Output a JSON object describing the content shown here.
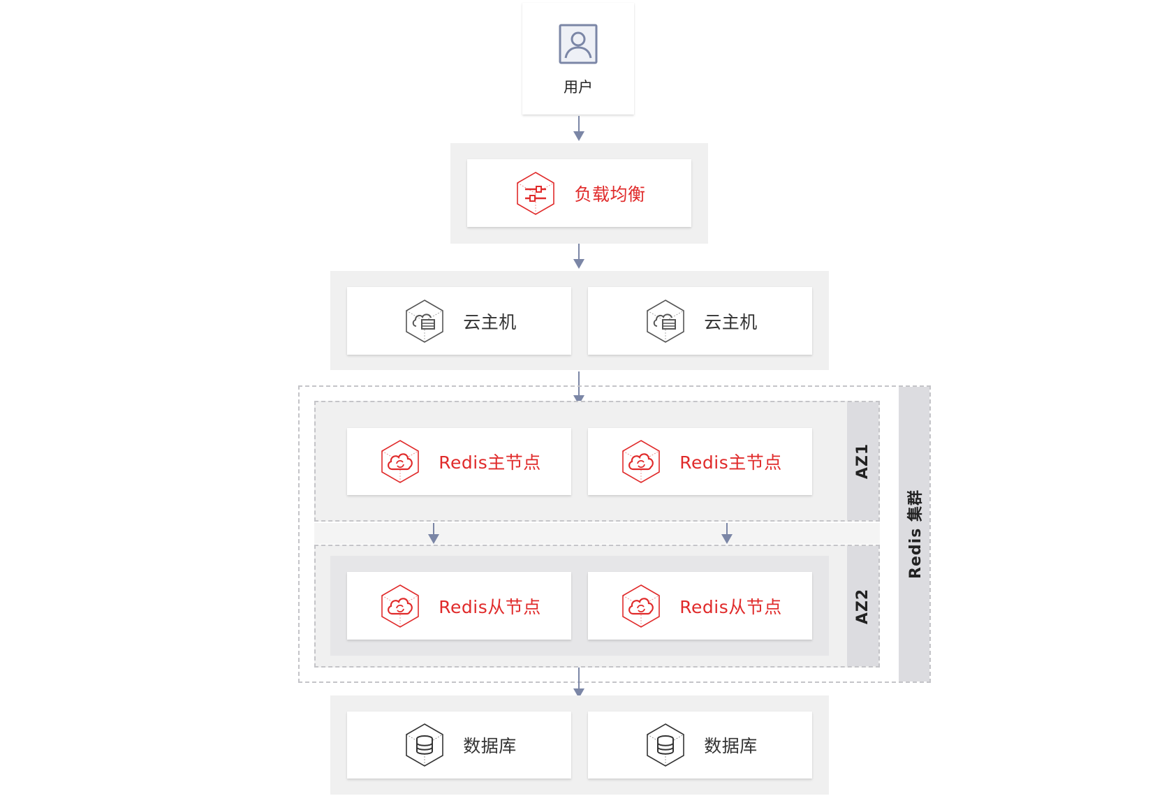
{
  "user": {
    "label": "用户",
    "icon": "user-icon"
  },
  "load_balancer": {
    "label": "负载均衡",
    "icon": "load-balancer-icon"
  },
  "cloud_hosts": [
    {
      "label": "云主机",
      "icon": "cloud-server-icon"
    },
    {
      "label": "云主机",
      "icon": "cloud-server-icon"
    }
  ],
  "redis_cluster": {
    "label": "Redis 集群",
    "az1": {
      "label": "AZ1",
      "nodes": [
        {
          "label": "Redis主节点",
          "icon": "redis-cloud-icon"
        },
        {
          "label": "Redis主节点",
          "icon": "redis-cloud-icon"
        }
      ]
    },
    "az2": {
      "label": "AZ2",
      "nodes": [
        {
          "label": "Redis从节点",
          "icon": "redis-cloud-icon"
        },
        {
          "label": "Redis从节点",
          "icon": "redis-cloud-icon"
        }
      ]
    }
  },
  "databases": [
    {
      "label": "数据库",
      "icon": "database-icon"
    },
    {
      "label": "数据库",
      "icon": "database-icon"
    }
  ],
  "colors": {
    "accent_red": "#e02a2a",
    "arrow": "#7b86a6",
    "panel": "#f0f0f0",
    "dashed_border": "#c4c4c8",
    "az_band": "#dcdce0"
  }
}
